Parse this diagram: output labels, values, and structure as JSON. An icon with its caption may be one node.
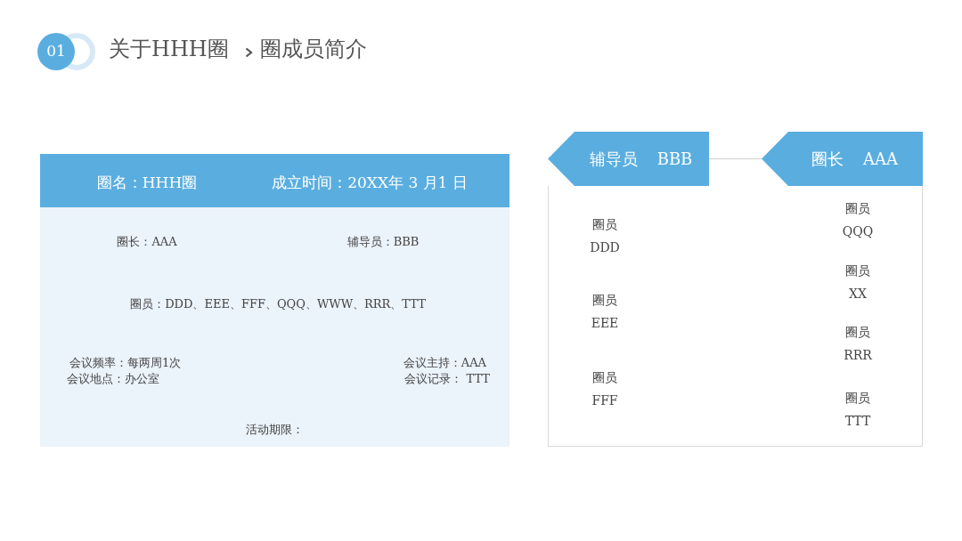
{
  "diagram": {
    "title": "关于HHH圈",
    "nodes": [
      {
        "text": [
          "圈名：HHH圈",
          "成立时间：20XX年 3 月1 日",
          "圈长：AAA",
          "辅导员：BBB",
          "圈员：DDD、EEE、FFF、QQQ、WWW、RRR、TTT",
          "会议频率：每两周1次",
          "会议地点：办公室",
          "会议主持：AAA",
          "会议记录： TTT",
          "活动期限："
        ]
      },
      {
        "text": [],
        "shape": "box"
      },
      {
        "text": [
          "辅导员",
          "BBB"
        ]
      },
      {
        "text": [
          "圈长",
          "AAA"
        ]
      },
      {
        "text": [
          "圈员",
          "DDD"
        ],
        "in": 1
      },
      {
        "text": [
          "圈员",
          "EEE"
        ],
        "in": 1
      },
      {
        "text": [
          "圈员",
          "FFF"
        ],
        "in": 1
      },
      {
        "text": [
          "圈员",
          "QQQ"
        ],
        "in": 1
      },
      {
        "text": [
          "圈员",
          "XX"
        ],
        "in": 1
      },
      {
        "text": [
          "圈员",
          "RRR"
        ],
        "in": 1
      },
      {
        "text": [
          "圈员",
          "TTT"
        ],
        "in": 1
      }
    ],
    "edges": [
      {
        "from": 2,
        "to": 3,
        "arrow": "none",
        "color": "#d0d0d0"
      }
    ],
    "labels": [
      "01",
      "圈成员简介"
    ]
  }
}
